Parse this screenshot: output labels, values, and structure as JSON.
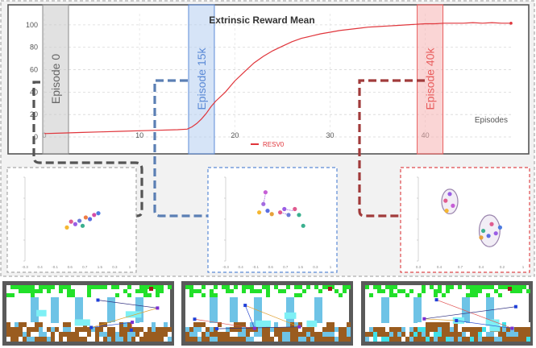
{
  "chart_data": {
    "type": "line",
    "title": "Extrinsic Reward Mean",
    "xlabel": "Episodes",
    "ylabel": "",
    "xlim": [
      0,
      49
    ],
    "ylim": [
      0,
      110
    ],
    "xticks": [
      "0",
      "10",
      "20",
      "30",
      "40"
    ],
    "yticks": [
      "0",
      "20",
      "40",
      "60",
      "80",
      "100"
    ],
    "grid": true,
    "legend_position": "bottom-center",
    "series": [
      {
        "name": "RESV0",
        "color": "#e0353b",
        "x": [
          0,
          2,
          4,
          6,
          8,
          10,
          12,
          14,
          15,
          15.5,
          16,
          16.5,
          17,
          17.5,
          18,
          19,
          20,
          21,
          22,
          23,
          24,
          25,
          26,
          27,
          28,
          29,
          30,
          31,
          32,
          33,
          34,
          35,
          36,
          37,
          38,
          39,
          40,
          41,
          42,
          43,
          44,
          45,
          46,
          47,
          48,
          49
        ],
        "values": [
          3,
          3.5,
          4,
          4.5,
          5,
          5.5,
          6,
          6.5,
          7,
          9,
          12,
          16,
          21,
          27,
          32,
          40,
          50,
          58,
          66,
          72,
          77,
          81,
          85,
          88,
          90,
          92,
          93.5,
          95,
          96,
          97,
          98,
          98.5,
          99,
          99.5,
          100,
          100.5,
          101,
          101,
          101.5,
          101.5,
          101.5,
          102,
          101.5,
          102,
          101.5,
          101.5
        ]
      }
    ]
  },
  "highlights": [
    {
      "label": "Episode 0",
      "x": 0,
      "color": "#8a8a8a",
      "fill": "#c8c8c8"
    },
    {
      "label": "Episode 15k",
      "x": 16.5,
      "color": "#5b8ad6",
      "fill": "#b5cdf0"
    },
    {
      "label": "Episode 40k",
      "x": 40.5,
      "color": "#e85c5c",
      "fill": "#f6b3b3"
    }
  ],
  "insets": [
    {
      "name": "episode-0",
      "border": "#a8a8a8",
      "xticks": [
        "-0.3",
        "0.4",
        "-0.1",
        "0.6",
        "0.7",
        "1.5",
        "0.3",
        "1"
      ],
      "yticks": [
        "",
        "",
        "",
        "",
        ""
      ],
      "points": [
        {
          "x": 0.4,
          "y": 0.4,
          "c": "#f5b731"
        },
        {
          "x": 0.44,
          "y": 0.47,
          "c": "#e05b8f"
        },
        {
          "x": 0.48,
          "y": 0.44,
          "c": "#9b5de5"
        },
        {
          "x": 0.52,
          "y": 0.48,
          "c": "#6c7bd8"
        },
        {
          "x": 0.55,
          "y": 0.42,
          "c": "#3bb08f"
        },
        {
          "x": 0.58,
          "y": 0.52,
          "c": "#ef7c45"
        },
        {
          "x": 0.62,
          "y": 0.5,
          "c": "#5b6ee1"
        },
        {
          "x": 0.66,
          "y": 0.55,
          "c": "#d44da8"
        },
        {
          "x": 0.7,
          "y": 0.57,
          "c": "#4d7be0"
        }
      ]
    },
    {
      "name": "episode-15k",
      "border": "#5b8ad6",
      "xticks": [
        "-0.3",
        "0.4",
        "-0.1",
        "0.6",
        "0.7",
        "1.5",
        "0.3",
        "1"
      ],
      "yticks": [
        "",
        "",
        "",
        "",
        ""
      ],
      "points": [
        {
          "x": 0.32,
          "y": 0.58,
          "c": "#f5b731"
        },
        {
          "x": 0.36,
          "y": 0.68,
          "c": "#a46be0"
        },
        {
          "x": 0.38,
          "y": 0.82,
          "c": "#c65fd6"
        },
        {
          "x": 0.4,
          "y": 0.6,
          "c": "#5b6ee1"
        },
        {
          "x": 0.44,
          "y": 0.56,
          "c": "#e6a13a"
        },
        {
          "x": 0.52,
          "y": 0.58,
          "c": "#e05b8f"
        },
        {
          "x": 0.56,
          "y": 0.62,
          "c": "#9b5de5"
        },
        {
          "x": 0.6,
          "y": 0.55,
          "c": "#6c7bd8"
        },
        {
          "x": 0.66,
          "y": 0.62,
          "c": "#e05b8f"
        },
        {
          "x": 0.7,
          "y": 0.55,
          "c": "#3bb08f"
        },
        {
          "x": 0.74,
          "y": 0.42,
          "c": "#3bb08f"
        }
      ]
    },
    {
      "name": "episode-40k",
      "border": "#e0494d",
      "xticks": [
        "0.3",
        "0.4",
        "0.7",
        "0.4",
        "0.2",
        "1"
      ],
      "yticks": [
        "",
        "",
        "",
        "",
        ""
      ],
      "points": [
        {
          "x": 0.26,
          "y": 0.72,
          "c": "#e05b8f"
        },
        {
          "x": 0.3,
          "y": 0.8,
          "c": "#9b5de5"
        },
        {
          "x": 0.33,
          "y": 0.66,
          "c": "#c65fd6"
        },
        {
          "x": 0.27,
          "y": 0.6,
          "c": "#f5b731"
        },
        {
          "x": 0.7,
          "y": 0.44,
          "c": "#e05b8f"
        },
        {
          "x": 0.62,
          "y": 0.36,
          "c": "#3bb08f"
        },
        {
          "x": 0.67,
          "y": 0.3,
          "c": "#5b6ee1"
        },
        {
          "x": 0.74,
          "y": 0.33,
          "c": "#9b5de5"
        },
        {
          "x": 0.6,
          "y": 0.28,
          "c": "#e6a13a"
        },
        {
          "x": 0.78,
          "y": 0.4,
          "c": "#4d7be0"
        }
      ],
      "clusters": [
        {
          "cx": 0.3,
          "cy": 0.71,
          "r": 0.14
        },
        {
          "cx": 0.68,
          "cy": 0.36,
          "r": 0.18
        }
      ]
    }
  ],
  "game_frames": [
    {
      "name": "frame-episode-0"
    },
    {
      "name": "frame-episode-15k"
    },
    {
      "name": "frame-episode-40k"
    }
  ]
}
